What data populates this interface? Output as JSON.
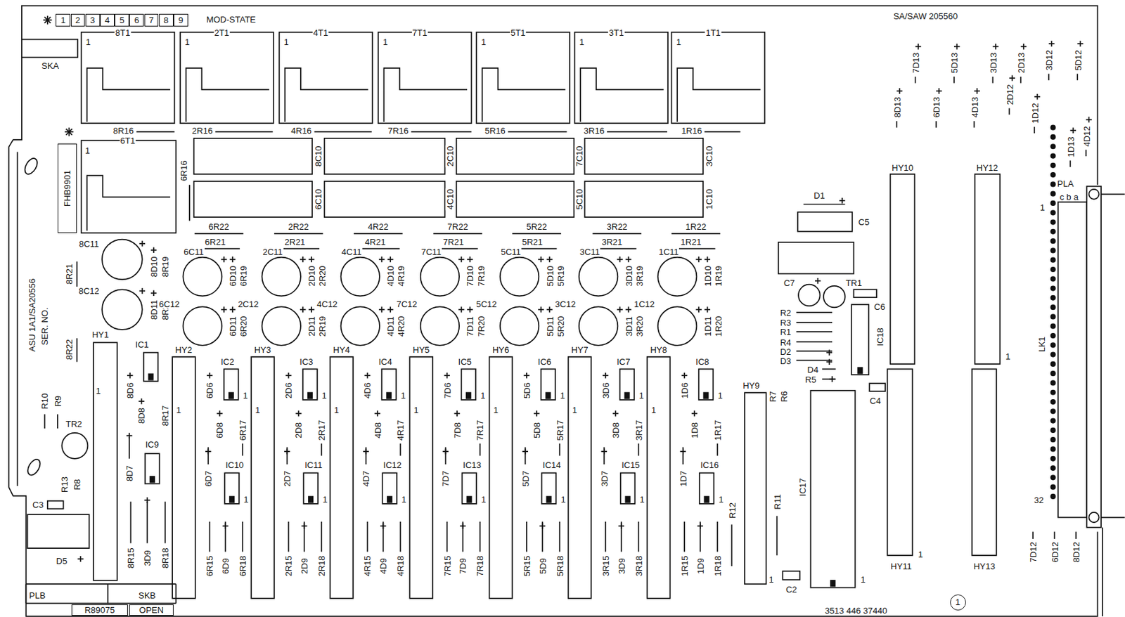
{
  "diagram": {
    "nodes": [
      {
        "text": [
          "1"
        ]
      },
      {
        "text": [
          "2"
        ]
      },
      {
        "text": [
          "3"
        ]
      },
      {
        "text": [
          "4"
        ]
      },
      {
        "text": [
          "5"
        ]
      },
      {
        "text": [
          "6"
        ]
      },
      {
        "text": [
          "7"
        ]
      },
      {
        "text": [
          "8"
        ]
      },
      {
        "text": [
          "9"
        ]
      },
      {
        "text": [
          "FHB9901"
        ]
      },
      {
        "text": [
          "R89075"
        ]
      },
      {
        "text": [
          "OPEN"
        ]
      },
      {
        "text": [
          "1"
        ]
      }
    ],
    "labels": [
      "MOD-STATE",
      "SA/SAW 205560",
      "SKA",
      "8T1",
      "1",
      "2T1",
      "1",
      "4T1",
      "1",
      "7T1",
      "1",
      "5T1",
      "1",
      "3T1",
      "1",
      "1T1",
      "1",
      "6T1",
      "1",
      "8R16",
      "2R16",
      "4R16",
      "7R16",
      "5R16",
      "3R16",
      "1R16",
      "6R16",
      "8C10",
      "2C10",
      "7C10",
      "3C10",
      "6C10",
      "4C10",
      "5C10",
      "1C10",
      "6R22",
      "2R22",
      "4R22",
      "7R22",
      "5R22",
      "3R22",
      "1R22",
      "6R21",
      "2R21",
      "4R21",
      "7R21",
      "5R21",
      "3R21",
      "1R21",
      "8C11",
      "8C12",
      "8R21",
      "8D10",
      "8R19",
      "8D11",
      "8R20",
      "8R22",
      "6C11",
      "6C12",
      "6D10",
      "6R19",
      "6D11",
      "6R20",
      "2C11",
      "2C12",
      "2D10",
      "2R20",
      "2D11",
      "2R19",
      "4C11",
      "4C12",
      "4D10",
      "4R19",
      "4D11",
      "4R20",
      "7C11",
      "7C12",
      "7D10",
      "7R19",
      "7D11",
      "7R20",
      "5C11",
      "5C12",
      "5D10",
      "5R19",
      "5D11",
      "5R20",
      "3C11",
      "3C12",
      "3D10",
      "3R19",
      "3D11",
      "3R20",
      "1C11",
      "1C12",
      "1D10",
      "1R19",
      "1D11",
      "1R20",
      "HY1",
      "1",
      "HY2",
      "1",
      "HY3",
      "1",
      "HY4",
      "1",
      "HY5",
      "1",
      "HY6",
      "1",
      "HY7",
      "1",
      "HY8",
      "1",
      "IC1",
      "IC2",
      "1",
      "IC3",
      "1",
      "IC4",
      "1",
      "IC5",
      "1",
      "IC6",
      "1",
      "IC7",
      "1",
      "IC8",
      "1",
      "IC9",
      "IC10",
      "1",
      "IC11",
      "1",
      "IC12",
      "1",
      "IC13",
      "1",
      "IC14",
      "1",
      "IC15",
      "1",
      "IC16",
      "1",
      "8D6",
      "8D8",
      "8R17",
      "8D7",
      "8R15",
      "3D9",
      "8R18",
      "6D6",
      "6D8",
      "6R17",
      "6D7",
      "6R15",
      "6D9",
      "6R18",
      "2D6",
      "2D8",
      "2R17",
      "2D7",
      "2R15",
      "2D9",
      "2R18",
      "4D6",
      "4D8",
      "4R17",
      "4D7",
      "4R15",
      "4D9",
      "4R18",
      "7D6",
      "7D8",
      "7R17",
      "7D7",
      "7R15",
      "7D9",
      "7R18",
      "5D6",
      "5D8",
      "5R17",
      "5D7",
      "5R15",
      "5D9",
      "5R18",
      "3D6",
      "3D8",
      "3R17",
      "3D7",
      "3R15",
      "3D9",
      "3R18",
      "1D6",
      "1D8",
      "1R17",
      "1D7",
      "1R15",
      "1D9",
      "1R18",
      "ASU 1A1/SA20556",
      "SER. NO.",
      "R10",
      "R9",
      "TR2",
      "R13",
      "R8",
      "C3",
      "D5",
      "PLB",
      "SKB",
      "D1",
      "C5",
      "C7",
      "TR1",
      "C6",
      "IC18",
      "R2",
      "R3",
      "R1",
      "R4",
      "D2",
      "D3",
      "D4",
      "R5",
      "R7",
      "R6",
      "HY9",
      "1",
      "IC17",
      "1",
      "C4",
      "R12",
      "R11",
      "C2",
      "HY10",
      "HY11",
      "1",
      "HY12",
      "1",
      "HY13",
      "7D13",
      "5D13",
      "3D13",
      "2D13",
      "3D12",
      "5D12",
      "8D13",
      "6D13",
      "4D13",
      "2D12",
      "1D12",
      "1D13",
      "4D12",
      "PLA",
      "c b a",
      "1",
      "32",
      "LK1",
      "7D12",
      "6D12",
      "8D12",
      "3513 446 37440"
    ]
  }
}
